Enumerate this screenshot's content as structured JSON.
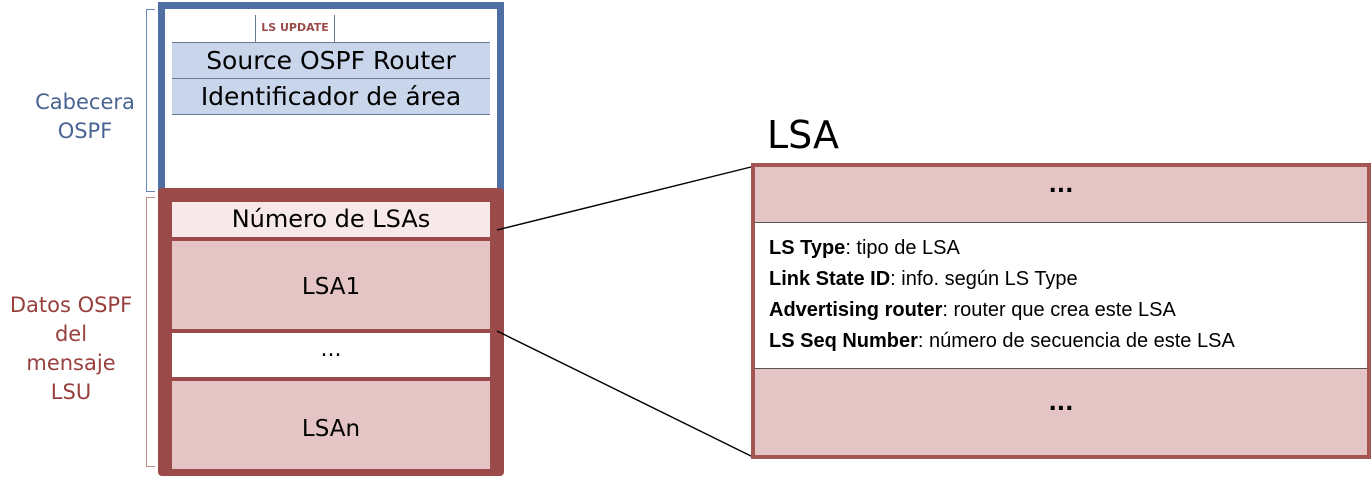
{
  "labels": {
    "header_line1": "Cabecera",
    "header_line2": "OSPF",
    "data_line1": "Datos OSPF",
    "data_line2": "del",
    "data_line3": "mensaje",
    "data_line4": "LSU"
  },
  "header": {
    "type": "LS UPDATE",
    "source": "Source OSPF Router",
    "area": "Identificador de área"
  },
  "data": {
    "num_lsas": "Número de LSAs",
    "lsa1": "LSA1",
    "dots": "...",
    "lsan": "LSAn"
  },
  "lsa": {
    "title": "LSA",
    "dots_top": "...",
    "dots_bottom": "...",
    "fields": [
      {
        "key": "LS Type",
        "value": ": tipo de LSA"
      },
      {
        "key": "Link State ID",
        "value": ": info. según LS Type"
      },
      {
        "key": "Advertising router",
        "value": ": router que crea este LSA"
      },
      {
        "key": "LS Seq Number",
        "value": ": número de secuencia de este LSA"
      }
    ]
  },
  "colors": {
    "header_blue": "#4f6fa3",
    "header_fill": "#c9d5ea",
    "data_red": "#9a4a48",
    "data_fill": "#e4c4c4"
  }
}
